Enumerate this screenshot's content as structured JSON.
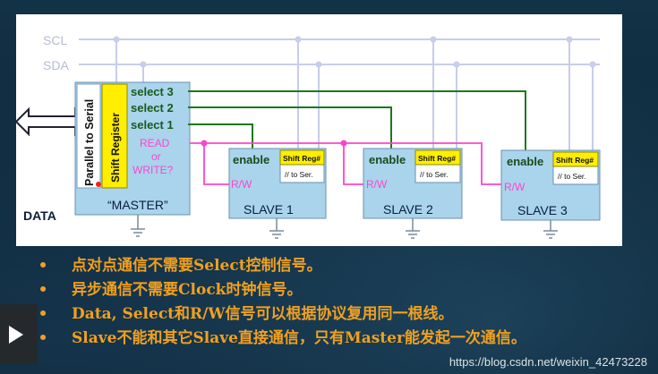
{
  "diagram": {
    "bus": {
      "scl": "SCL",
      "sda": "SDA"
    },
    "master": {
      "p2s": "Parallel to Serial",
      "shift": "Shift Register",
      "name": "“MASTER”",
      "selects": [
        "select 3",
        "select 2",
        "select 1"
      ],
      "rw_lines": [
        "READ",
        "or",
        "WRITE?"
      ]
    },
    "data_label": "DATA",
    "slave_enable": "enable",
    "slave_rw": "R/W",
    "slave_shift": "Shift Reg#",
    "slave_toser": "// to Ser.",
    "slaves": [
      "SLAVE 1",
      "SLAVE 2",
      "SLAVE 3"
    ],
    "colors": {
      "blue_box": "#a9d4ec",
      "select_line": "#1a7a1a",
      "rw_line": "#ff44cc",
      "shift_yellow": "#ffee00",
      "bus": "#c7cdea"
    }
  },
  "bullets": [
    "点对点通信不需要Select控制信号。",
    "异步通信不需要Clock时钟信号。",
    "Data, Select和R/W信号可以根据协议复用同一根线。",
    "Slave不能和其它Slave直接通信，只有Master能发起一次通信。"
  ],
  "bullet_glyph": "•",
  "watermark": "https://blog.csdn.net/weixin_42473228",
  "media": {
    "play_icon": "play-icon"
  }
}
